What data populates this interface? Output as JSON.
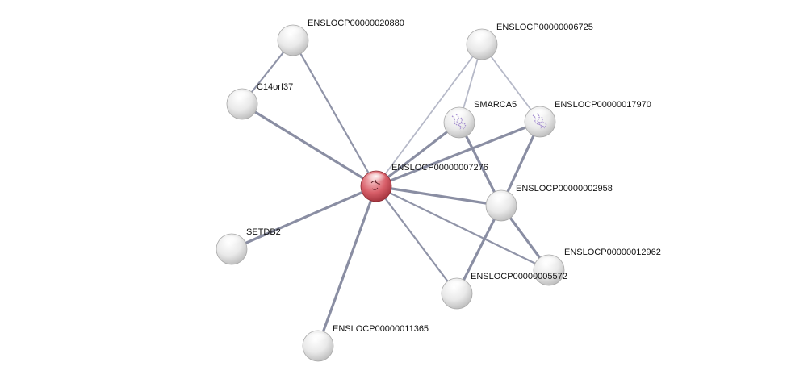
{
  "network": {
    "colors": {
      "edge_dark": "#8a8ea3",
      "edge_light": "#b6b9c8",
      "node_default": "#e6e6e6",
      "node_query": "#cc5660",
      "structure_glyph": "#a58fd0"
    },
    "nodes": [
      {
        "id": "n7276",
        "label": "ENSLOCP00000007276",
        "query": true
      },
      {
        "id": "n20880",
        "label": "ENSLOCP00000020880"
      },
      {
        "id": "c14orf37",
        "label": "C14orf37"
      },
      {
        "id": "n6725",
        "label": "ENSLOCP00000006725"
      },
      {
        "id": "smarca5",
        "label": "SMARCA5",
        "structure": true
      },
      {
        "id": "n17970",
        "label": "ENSLOCP00000017970",
        "structure": true
      },
      {
        "id": "n2958",
        "label": "ENSLOCP00000002958"
      },
      {
        "id": "setdb2",
        "label": "SETDB2"
      },
      {
        "id": "n12962",
        "label": "ENSLOCP00000012962"
      },
      {
        "id": "n5572",
        "label": "ENSLOCP00000005572"
      },
      {
        "id": "n11365",
        "label": "ENSLOCP00000011365"
      }
    ],
    "edges": [
      {
        "source": "n20880",
        "target": "c14orf37",
        "strength": "medium"
      },
      {
        "source": "n20880",
        "target": "n7276",
        "strength": "medium"
      },
      {
        "source": "c14orf37",
        "target": "n7276",
        "strength": "strong"
      },
      {
        "source": "setdb2",
        "target": "n7276",
        "strength": "strong"
      },
      {
        "source": "n11365",
        "target": "n7276",
        "strength": "strong"
      },
      {
        "source": "n6725",
        "target": "n7276",
        "strength": "weak"
      },
      {
        "source": "n6725",
        "target": "smarca5",
        "strength": "weak"
      },
      {
        "source": "n6725",
        "target": "n17970",
        "strength": "weak"
      },
      {
        "source": "smarca5",
        "target": "n7276",
        "strength": "strong"
      },
      {
        "source": "n17970",
        "target": "n7276",
        "strength": "strong"
      },
      {
        "source": "smarca5",
        "target": "n2958",
        "strength": "strong"
      },
      {
        "source": "n17970",
        "target": "n2958",
        "strength": "strong"
      },
      {
        "source": "n2958",
        "target": "n7276",
        "strength": "strong"
      },
      {
        "source": "n2958",
        "target": "n12962",
        "strength": "strong"
      },
      {
        "source": "n2958",
        "target": "n5572",
        "strength": "strong"
      },
      {
        "source": "n12962",
        "target": "n7276",
        "strength": "medium"
      },
      {
        "source": "n5572",
        "target": "n7276",
        "strength": "medium"
      }
    ]
  }
}
